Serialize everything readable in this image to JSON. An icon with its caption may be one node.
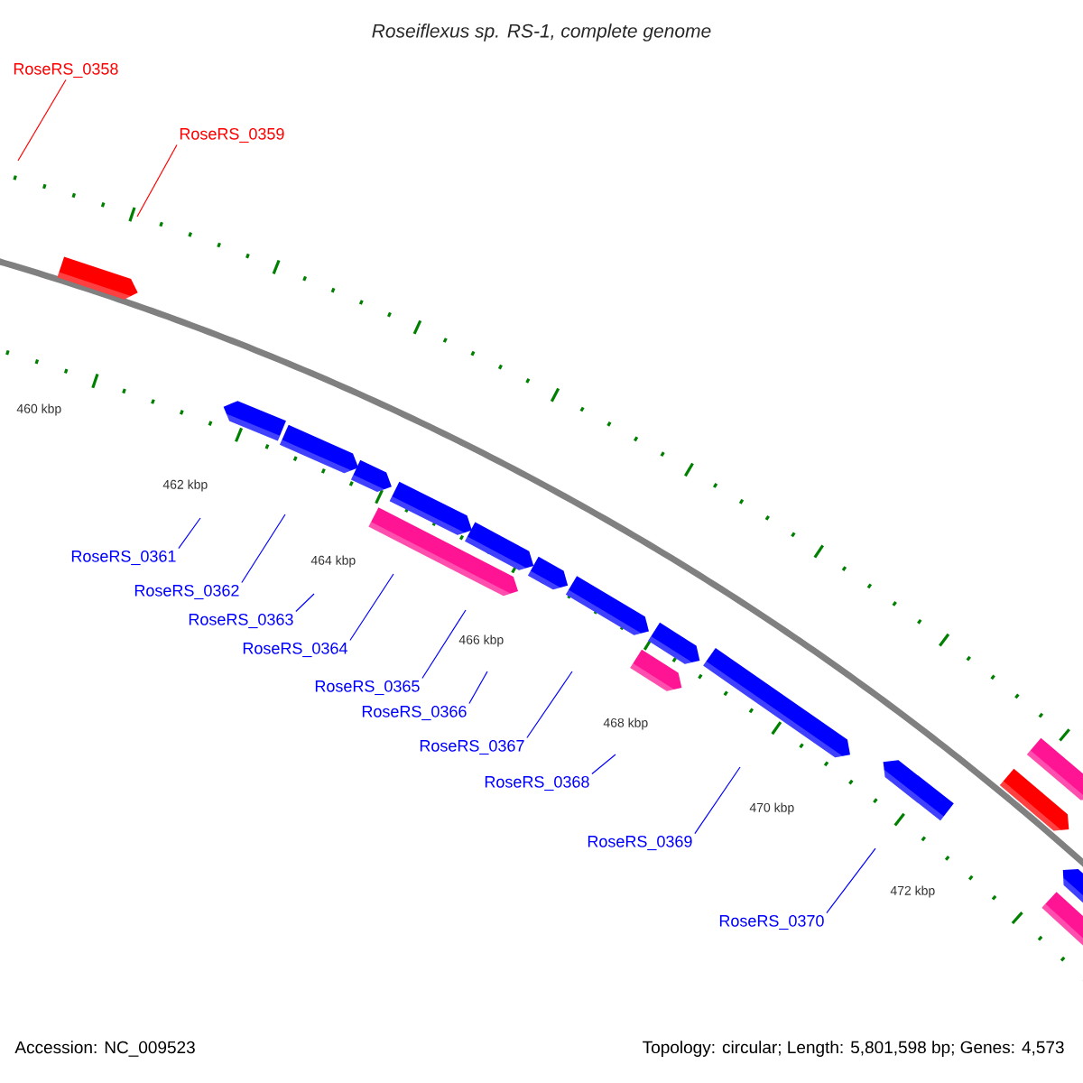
{
  "diagram": {
    "title": "Roseiflexus sp. RS-1, complete genome",
    "nodes": [
      {
        "text": [
          "RoseRS_0358"
        ]
      },
      {
        "text": [
          "RoseRS_0359"
        ]
      },
      {
        "text": [
          "RoseRS_0361"
        ]
      },
      {
        "text": [
          "RoseRS_0362"
        ]
      },
      {
        "text": [
          "RoseRS_0363"
        ]
      },
      {
        "text": [
          "RoseRS_0364"
        ]
      },
      {
        "text": [
          "RoseRS_0365"
        ]
      },
      {
        "text": [
          "RoseRS_0366"
        ]
      },
      {
        "text": [
          "RoseRS_0367"
        ]
      },
      {
        "text": [
          "RoseRS_0368"
        ]
      },
      {
        "text": [
          "RoseRS_0369"
        ]
      },
      {
        "text": [
          "RoseRS_0370"
        ]
      }
    ],
    "edges": [
      {
        "from": 0,
        "to": null,
        "arrow": "none",
        "color": "#ff0000"
      },
      {
        "from": 1,
        "to": null,
        "arrow": "none",
        "color": "#ff0000"
      },
      {
        "from": 2,
        "to": null,
        "arrow": "none"
      },
      {
        "from": 3,
        "to": null,
        "arrow": "none"
      },
      {
        "from": 4,
        "to": null,
        "arrow": "none"
      },
      {
        "from": 5,
        "to": null,
        "arrow": "none"
      },
      {
        "from": 6,
        "to": null,
        "arrow": "none"
      },
      {
        "from": 7,
        "to": null,
        "arrow": "none"
      },
      {
        "from": 8,
        "to": null,
        "arrow": "none"
      },
      {
        "from": 9,
        "to": null,
        "arrow": "none"
      },
      {
        "from": 10,
        "to": null,
        "arrow": "none"
      },
      {
        "from": 11,
        "to": null,
        "arrow": "none"
      }
    ],
    "labels": [
      "460 kbp",
      "462 kbp",
      "464 kbp",
      "466 kbp",
      "468 kbp",
      "470 kbp",
      "472 kbp",
      "Accession: NC_009523",
      "Topology: circular; Length: 5,801,598 bp; Genes: 4,573"
    ]
  }
}
